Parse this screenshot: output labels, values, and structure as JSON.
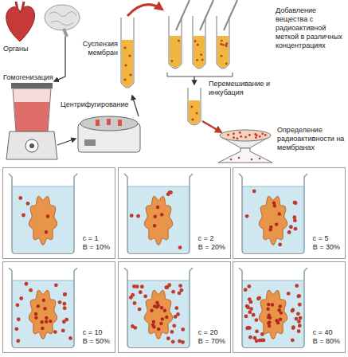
{
  "diagram": {
    "nodes": [
      {
        "text": [
          "c = 1",
          "B = 10%"
        ]
      },
      {
        "text": [
          "c = 2",
          "B = 20%"
        ]
      },
      {
        "text": [
          "c = 5",
          "B = 30%"
        ]
      },
      {
        "text": [
          "c = 10",
          "B = 50%"
        ]
      },
      {
        "text": [
          "c = 20",
          "B = 70%"
        ]
      },
      {
        "text": [
          "c = 40",
          "B = 80%"
        ]
      }
    ],
    "labels": [
      "Органы",
      "Гомогенизация",
      "Суспензия мембран",
      "Центрифугирование",
      "Добавление вещества с радиоактивной меткой в различных концентрациях",
      "Перемешивание и инкубация",
      "Определение радиоактивности на мембранах"
    ]
  }
}
